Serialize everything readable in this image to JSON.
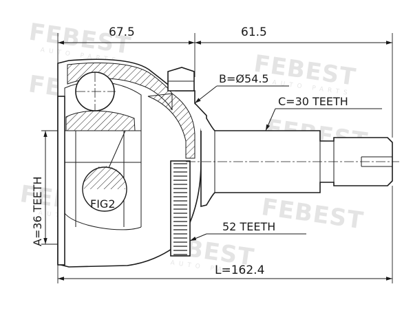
{
  "watermark": {
    "brand": "FEBEST",
    "sub": "AUTO PARTS"
  },
  "dimensions": {
    "left_length": "67.5",
    "right_length": "61.5",
    "total_length": "L=162.4"
  },
  "labels": {
    "bearing_diameter": "B=Ø54.5",
    "outer_teeth": "C=30 TEETH",
    "abs_ring_teeth": "52 TEETH",
    "inner_teeth": "A=36 TEETH",
    "figure_ref": "FIG2"
  },
  "colors": {
    "line": "#1a1a1a",
    "watermark": "#e4e4e4",
    "background": "#ffffff"
  }
}
